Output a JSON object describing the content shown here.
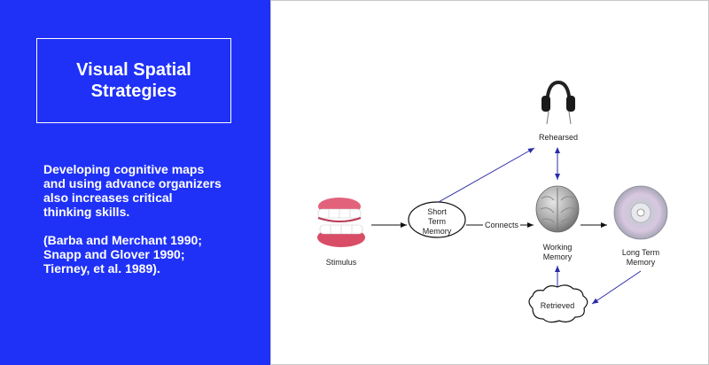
{
  "title": {
    "line1": "Visual Spatial",
    "line2": "Strategies"
  },
  "body": {
    "lines": [
      "Developing cognitive maps",
      "and using advance organizers",
      "also increases critical",
      "thinking skills."
    ],
    "citation": [
      "(Barba and Merchant 1990;",
      "Snapp and Glover 1990;",
      "Tierney, et al. 1989)."
    ]
  },
  "diagram": {
    "stimulus": "Stimulus",
    "short_term": [
      "Short",
      "Term",
      "Memory"
    ],
    "connects": "Connects",
    "working": [
      "Working",
      "Memory"
    ],
    "long_term": [
      "Long Term",
      "Memory"
    ],
    "rehearsed": "Rehearsed",
    "retrieved": "Retrieved"
  },
  "colors": {
    "panel": "#1f31f7",
    "arrow_blue": "#2a2aa8",
    "arrow_black": "#111111"
  },
  "icons": {
    "stimulus": "teeth-icon",
    "rehearsed": "headphones-icon",
    "working": "brain-icon",
    "long_term": "cd-disc-icon"
  }
}
